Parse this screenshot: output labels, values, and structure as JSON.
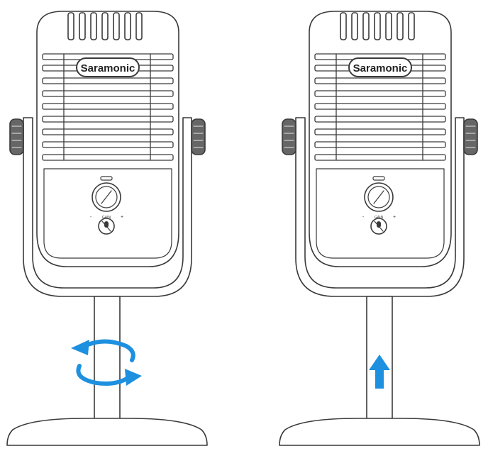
{
  "brand": "Saramonic",
  "gain_label": "GAIN",
  "gain_minus": "-",
  "gain_plus": "+",
  "colors": {
    "line": "#3a3a3a",
    "arrow": "#1e90e0",
    "background": "#ffffff"
  },
  "icons": {
    "mute": "microphone-mute-icon",
    "rotate": "rotate-arrows-icon",
    "raise": "arrow-up-icon"
  },
  "illustrations": [
    {
      "id": "left",
      "action": "rotate"
    },
    {
      "id": "right",
      "action": "raise"
    }
  ]
}
